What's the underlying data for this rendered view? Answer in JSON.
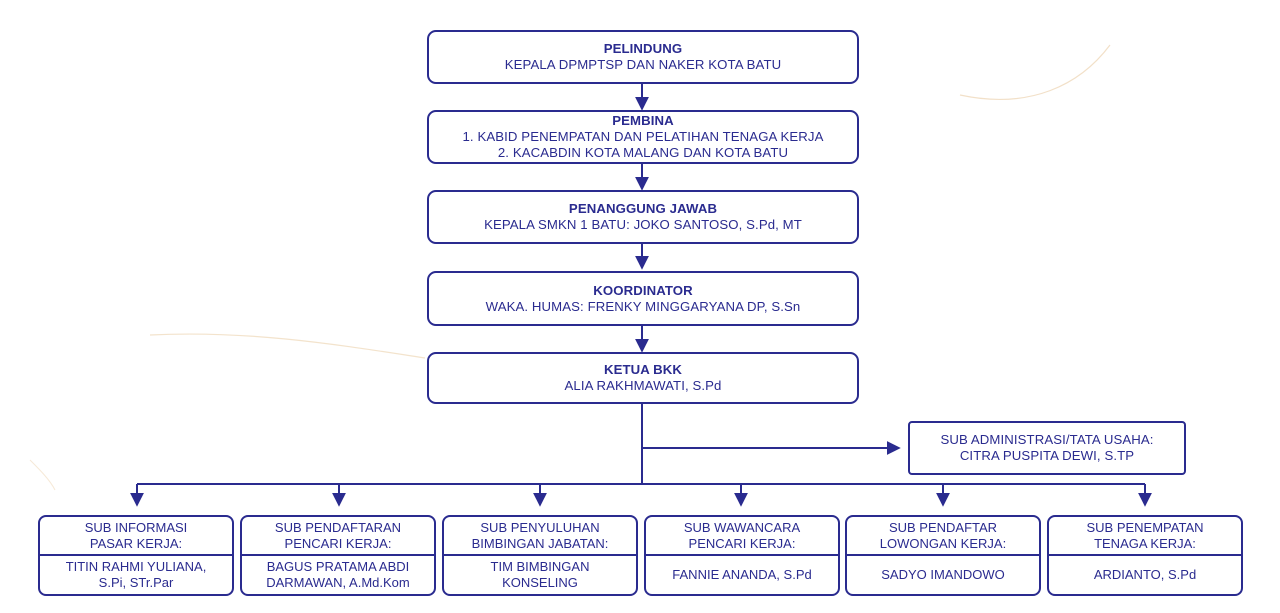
{
  "colors": {
    "stroke": "#2a2b8f",
    "background": "#ffffff",
    "decoration": "#e8c79a"
  },
  "pelindung": {
    "title": "PELINDUNG",
    "lines": [
      "KEPALA DPMPTSP DAN NAKER KOTA BATU"
    ]
  },
  "pembina": {
    "title": "PEMBINA",
    "lines": [
      "1. KABID PENEMPATAN DAN PELATIHAN TENAGA KERJA",
      "2. KACABDIN KOTA MALANG DAN KOTA BATU"
    ]
  },
  "penanggung_jawab": {
    "title": "PENANGGUNG JAWAB",
    "lines": [
      "KEPALA SMKN 1 BATU: JOKO SANTOSO, S.Pd, MT"
    ]
  },
  "koordinator": {
    "title": "KOORDINATOR",
    "lines": [
      "WAKA. HUMAS:  FRENKY MINGGARYANA DP, S.Sn"
    ]
  },
  "ketua": {
    "title": "KETUA BKK",
    "lines": [
      "ALIA RAKHMAWATI, S.Pd"
    ]
  },
  "admin": {
    "lines": [
      "SUB ADMINISTRASI/TATA USAHA:",
      "CITRA PUSPITA DEWI, S.TP"
    ]
  },
  "subs": [
    {
      "title": "SUB INFORMASI\nPASAR KERJA:",
      "name": "TITIN RAHMI YULIANA,\nS.Pi, STr.Par"
    },
    {
      "title": "SUB PENDAFTARAN\nPENCARI KERJA:",
      "name": "BAGUS PRATAMA ABDI\nDARMAWAN, A.Md.Kom"
    },
    {
      "title": "SUB PENYULUHAN\nBIMBINGAN JABATAN:",
      "name": "TIM BIMBINGAN\nKONSELING"
    },
    {
      "title": "SUB WAWANCARA\nPENCARI KERJA:",
      "name": "FANNIE ANANDA, S.Pd"
    },
    {
      "title": "SUB PENDAFTAR\nLOWONGAN KERJA:",
      "name": "SADYO IMANDOWO"
    },
    {
      "title": "SUB PENEMPATAN\nTENAGA KERJA:",
      "name": "ARDIANTO, S.Pd"
    }
  ]
}
